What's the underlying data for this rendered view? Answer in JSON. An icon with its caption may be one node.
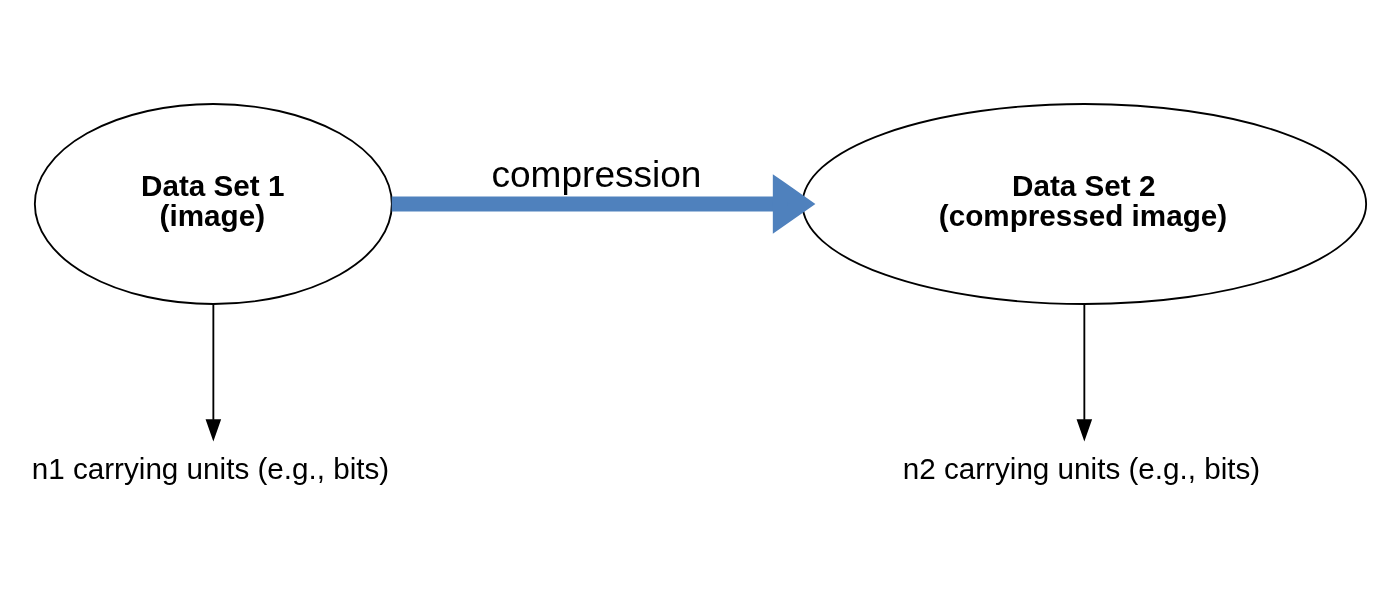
{
  "diagram": {
    "nodes": [
      {
        "text": [
          "Data Set 1",
          "(image)"
        ]
      },
      {
        "text": [
          "n1 carrying units (e.g., bits)"
        ]
      },
      {
        "text": [
          "Data Set 2",
          "(compressed image)"
        ]
      },
      {
        "text": [
          "n2 carrying units (e.g., bits)"
        ]
      }
    ],
    "edges": [
      {
        "from": 0,
        "to": 1,
        "arrow": "to"
      },
      {
        "from": 0,
        "to": 2,
        "arrow": "to",
        "label": "compression",
        "style": "thick",
        "color": "#4f81bd"
      },
      {
        "from": 2,
        "to": 3,
        "arrow": "to"
      }
    ]
  }
}
